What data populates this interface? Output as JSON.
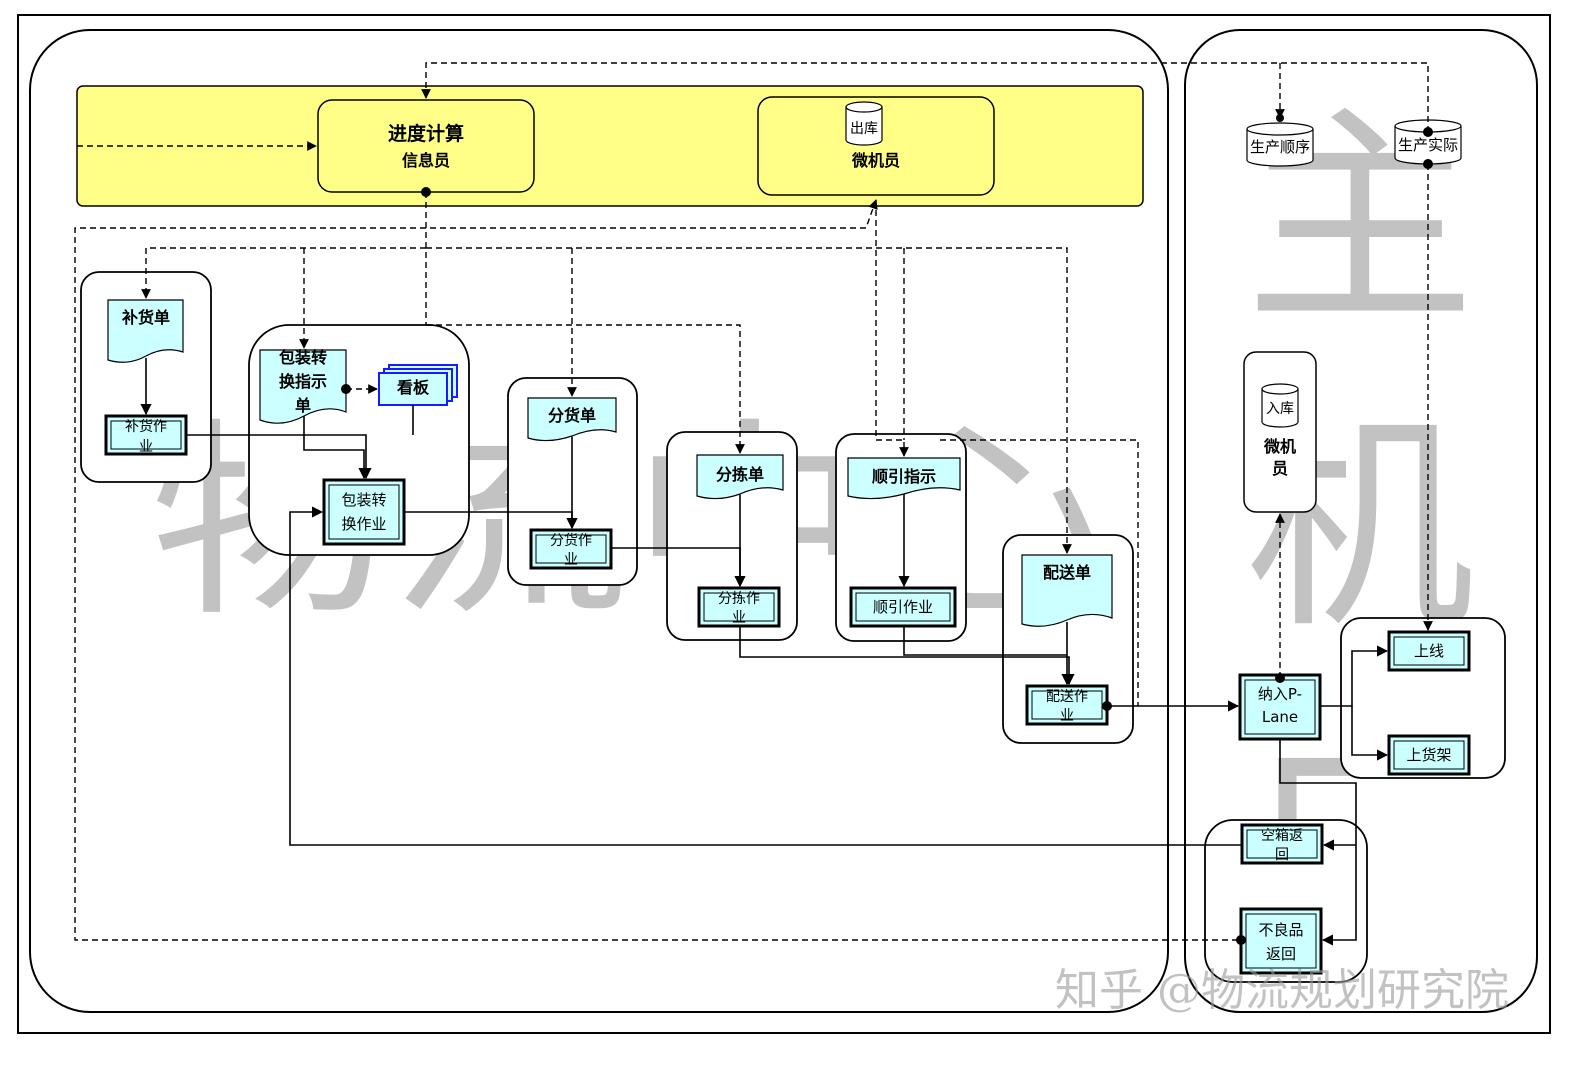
{
  "watermarks": {
    "logistics_center": "物流中心",
    "factory_1": "主",
    "factory_2": "机",
    "factory_3": "厂",
    "credit": "知乎 @物流规划研究院"
  },
  "info_band": {
    "progress": {
      "title": "进度计算",
      "sub": "信息员"
    },
    "outbound_db": "出库",
    "micro": "微机员"
  },
  "replenish": {
    "doc": "补货单",
    "task": [
      "补货作",
      "业"
    ]
  },
  "packing": {
    "doc": [
      "包装转",
      "换指示",
      "单"
    ],
    "kanban": "看板",
    "task": [
      "包装转",
      "换作业"
    ]
  },
  "sorting": {
    "doc": "分货单",
    "task": [
      "分货作",
      "业"
    ]
  },
  "picking": {
    "doc": "分拣单",
    "task": [
      "分拣作",
      "业"
    ]
  },
  "sequence": {
    "doc": "顺引指示",
    "task": "顺引作业"
  },
  "delivery": {
    "doc": "配送单",
    "task": [
      "配送作",
      "业"
    ]
  },
  "factory": {
    "db_sequence": "生产顺序",
    "db_actual": "生产实际",
    "inbound_db": "入库",
    "micro": [
      "微机",
      "员"
    ],
    "plane": [
      "纳入P-",
      "Lane"
    ],
    "online": "上线",
    "shelf": "上货架",
    "empty_return": [
      "空箱返",
      "回"
    ],
    "defect_return": [
      "不良品",
      "返回"
    ]
  },
  "colors": {
    "band": "#ffff88",
    "box": "#ccffff",
    "kanban": "#1a1aff",
    "line": "#000000",
    "watermark": "#9a9a9a"
  }
}
